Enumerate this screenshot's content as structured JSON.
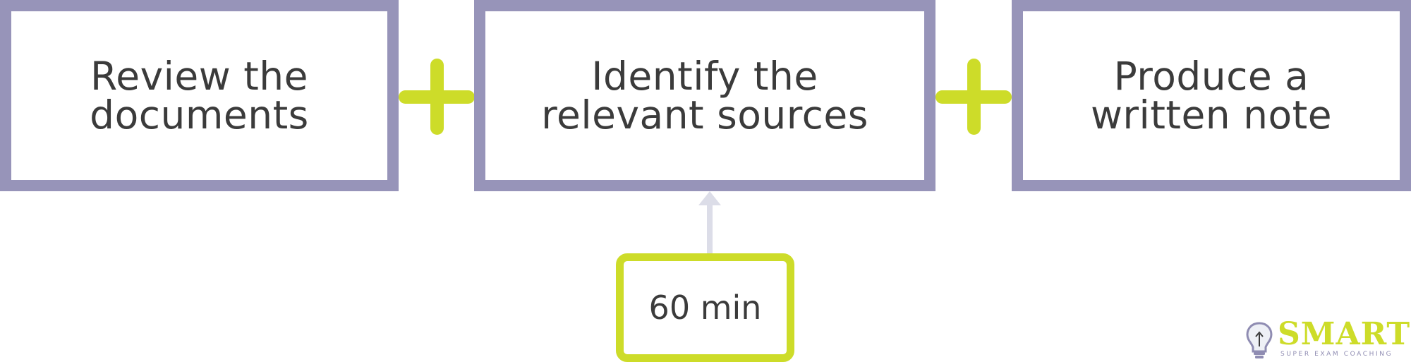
{
  "steps": [
    {
      "label": "Review the\ndocuments"
    },
    {
      "label": "Identify the\nrelevant sources"
    },
    {
      "label": "Produce a\nwritten note"
    }
  ],
  "time_box": {
    "label": "60 min"
  },
  "logo": {
    "wordmark": "SMART",
    "tagline": "SUPER EXAM COACHING",
    "icon": "lightbulb-icon"
  },
  "connectors": {
    "icon": "plus-icon"
  },
  "colors": {
    "box_border": "#9794b9",
    "accent": "#cddc29",
    "arrow": "#dcdde8",
    "text": "#3b3b3b"
  }
}
